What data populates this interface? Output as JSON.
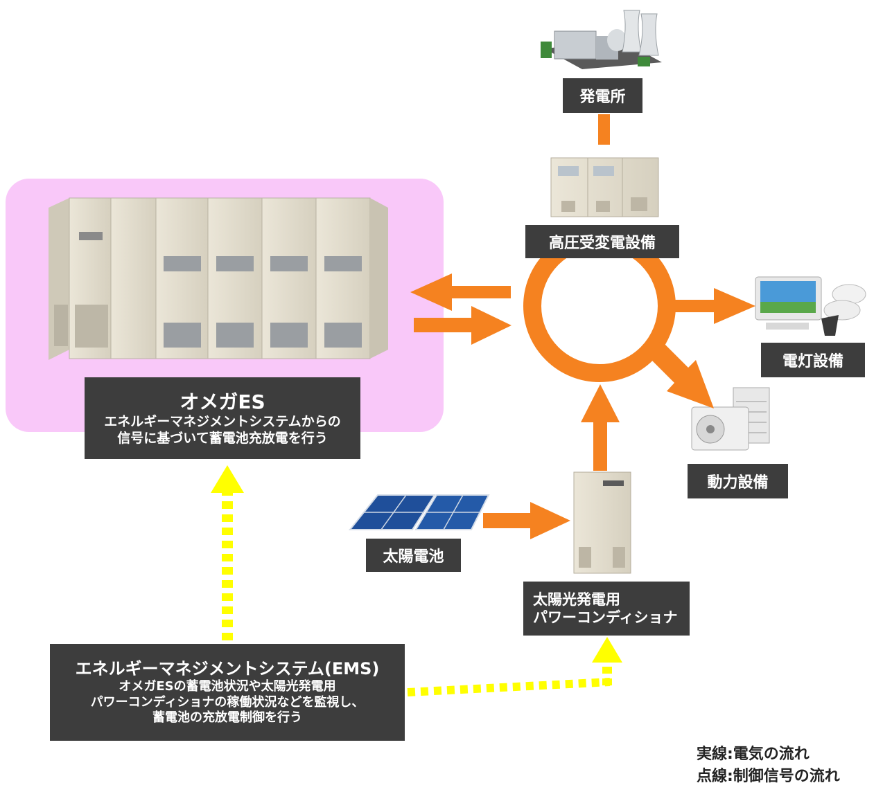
{
  "nodes": {
    "power_plant": "発電所",
    "substation": "高圧受変電設備",
    "lighting": "電灯設備",
    "power_equipment": "動力設備",
    "solar": "太陽電池",
    "pcs_line1": "太陽光発電用",
    "pcs_line2": "パワーコンディショナ"
  },
  "omega": {
    "title": "オメガES",
    "line1": "エネルギーマネジメントシステムからの",
    "line2": "信号に基づいて蓄電池充放電を行う"
  },
  "ems": {
    "title": "エネルギーマネジメントシステム(EMS)",
    "line1": "オメガESの蓄電池状況や太陽光発電用",
    "line2": "パワーコンディショナの稼働状況などを監視し、",
    "line3": "蓄電池の充放電制御を行う"
  },
  "legend": {
    "solid": "実線:電気の流れ",
    "dotted": "点線:制御信号の流れ"
  },
  "colors": {
    "power_flow": "#f58220",
    "signal_flow": "#ffff00",
    "label_bg": "#3d3d3d",
    "omega_bg": "#f9c8f9"
  }
}
